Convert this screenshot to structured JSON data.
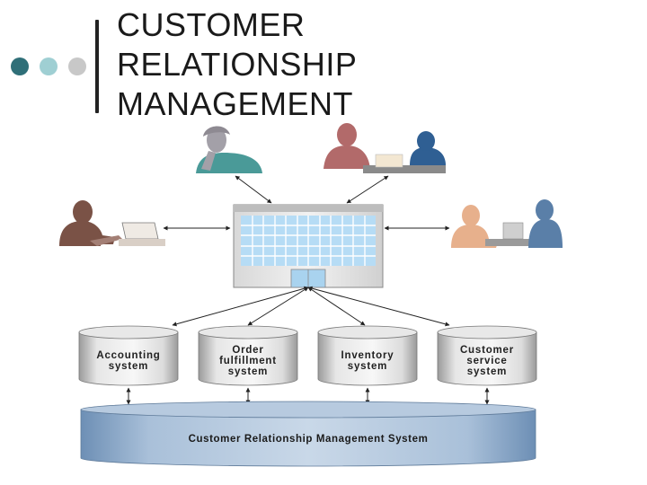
{
  "slide": {
    "title_lines": [
      "CUSTOMER",
      "RELATIONSHIP",
      "MANAGEMENT"
    ],
    "bullet_colors": [
      "#2f6f78",
      "#9fcfd3",
      "#c8c8c8"
    ]
  },
  "diagram": {
    "databases": [
      {
        "lines": [
          "Accounting",
          "system"
        ]
      },
      {
        "lines": [
          "Order",
          "fulfillment",
          "system"
        ]
      },
      {
        "lines": [
          "Inventory",
          "system"
        ]
      },
      {
        "lines": [
          "Customer",
          "service",
          "system"
        ]
      }
    ],
    "crm_system_label": "Customer Relationship Management System"
  }
}
